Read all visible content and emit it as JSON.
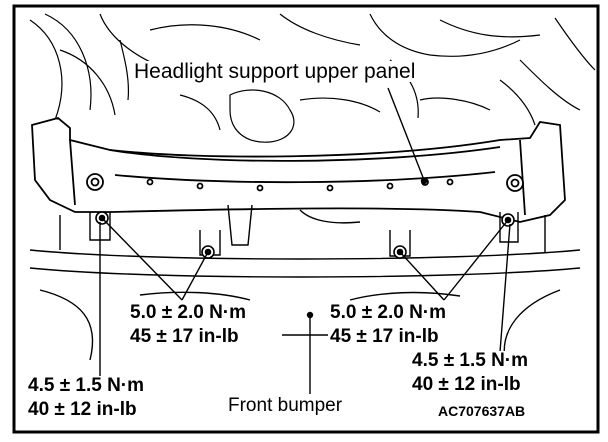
{
  "diagram": {
    "colors": {
      "line": "#000000",
      "background": "#ffffff"
    },
    "labels": {
      "panel": "Headlight support upper panel",
      "torque_center_left": {
        "nm": "5.0 ± 2.0 N·m",
        "inlb": "45 ± 17 in-lb"
      },
      "torque_center_right": {
        "nm": "5.0 ± 2.0 N·m",
        "inlb": "45 ± 17 in-lb"
      },
      "torque_outer_left": {
        "nm": "4.5 ± 1.5 N·m",
        "inlb": "40 ± 12 in-lb"
      },
      "torque_outer_right": {
        "nm": "4.5 ± 1.5 N·m",
        "inlb": "40 ± 12 in-lb"
      },
      "bumper": "Front bumper",
      "figure_code": "AC707637AB"
    }
  }
}
